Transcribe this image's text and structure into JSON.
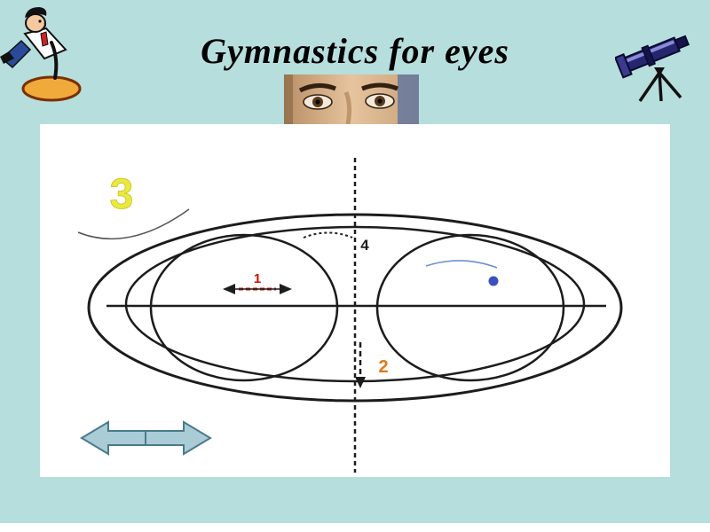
{
  "slide": {
    "title": "Gymnastics for eyes"
  },
  "diagram": {
    "description": "eye-movement exercise scheme: two circles inside a double ellipse crossed by axes",
    "steps": {
      "one": "1",
      "two": "2",
      "three": "3",
      "four": "4"
    }
  },
  "icons": {
    "cartoon_man": "cartoon-man-clipart",
    "telescope": "telescope-clipart",
    "eyes": "eyes-photo",
    "double_arrow": "double-headed-arrow-shape"
  },
  "colors": {
    "background": "#b6dedd",
    "panel": "#ffffff",
    "title_text": "#000000",
    "line": "#1c1c1c",
    "step_three": "#e9e93f",
    "step_one": "#cc1100",
    "step_two": "#e07818",
    "blue_dot": "#3a50bb",
    "arrow_fill": "#a9ccd6",
    "arrow_stroke": "#4a7a8a"
  }
}
